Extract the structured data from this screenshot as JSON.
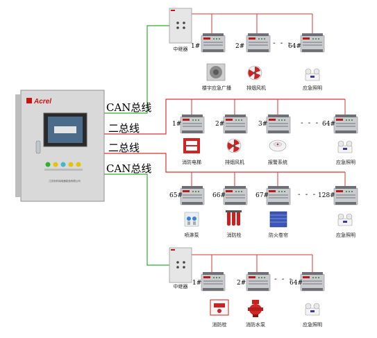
{
  "controller": {
    "brand": "Acrel",
    "footer": "江苏安科瑞电器制造有限公司"
  },
  "buses": [
    {
      "label": "CAN总线",
      "color": "#33aa33"
    },
    {
      "label": "二总线",
      "color": "#dd3333"
    },
    {
      "label": "二总线",
      "color": "#dd3333"
    },
    {
      "label": "CAN总线",
      "color": "#33aa33"
    }
  ],
  "relay_label": "中继器",
  "ellipsis": "- - -",
  "rows": [
    {
      "modules": [
        "1#",
        "2#",
        "64#"
      ],
      "devices": [
        "楼宇应急广播",
        "排烟风机",
        "应急照明"
      ]
    },
    {
      "modules": [
        "1#",
        "2#",
        "3#",
        "64#"
      ],
      "devices": [
        "消防电梯",
        "排烟风机",
        "报警系统",
        "应急照明"
      ]
    },
    {
      "modules": [
        "65#",
        "66#",
        "67#",
        "128#"
      ],
      "devices": [
        "喷淋泵",
        "消防栓",
        "防火卷帘",
        "应急照明"
      ]
    },
    {
      "modules": [
        "1#",
        "2#",
        "64#"
      ],
      "devices": [
        "消防栓",
        "消防水泵",
        "应急照明"
      ]
    }
  ],
  "colors": {
    "can_bus": "#33aa33",
    "two_bus": "#dd3333",
    "brand_red": "#cc1111",
    "cabinet": "#d9d9d9"
  },
  "icons": [
    "relay-box-icon",
    "io-module-icon",
    "speaker-icon",
    "fan-icon",
    "emergency-light-icon",
    "elevator-sign-icon",
    "smoke-detector-icon",
    "sprinkler-icon",
    "fire-extinguisher-icon",
    "shutter-icon",
    "hydrant-box-icon",
    "water-pump-icon"
  ]
}
